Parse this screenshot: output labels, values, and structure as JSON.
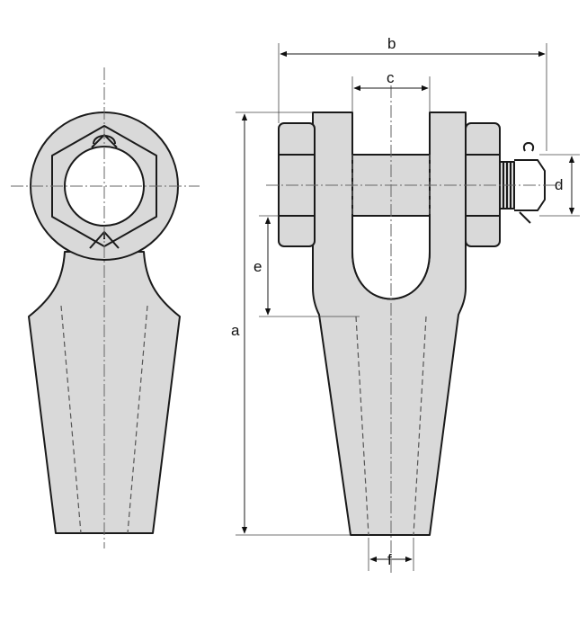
{
  "labels": {
    "a": "a",
    "b": "b",
    "c": "c",
    "d": "d",
    "e": "e",
    "f": "f"
  },
  "colors": {
    "body_fill": "#d9d9d9",
    "outline": "#1a1a1a"
  }
}
